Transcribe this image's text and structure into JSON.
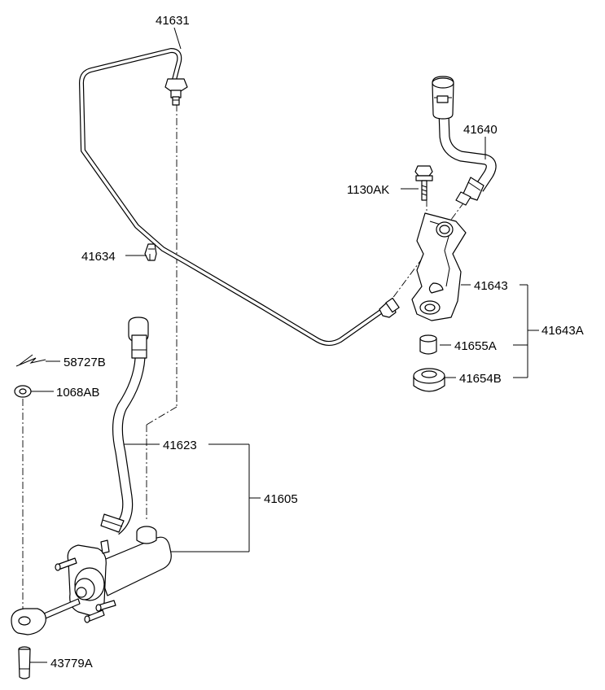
{
  "labels": {
    "p41631": "41631",
    "p41640": "41640",
    "p1130AK": "1130AK",
    "p41634": "41634",
    "p41643": "41643",
    "p41643A": "41643A",
    "p41655A": "41655A",
    "p41654B": "41654B",
    "p58727B": "58727B",
    "p1068AB": "1068AB",
    "p41623": "41623",
    "p41605": "41605",
    "p43779A": "43779A"
  }
}
